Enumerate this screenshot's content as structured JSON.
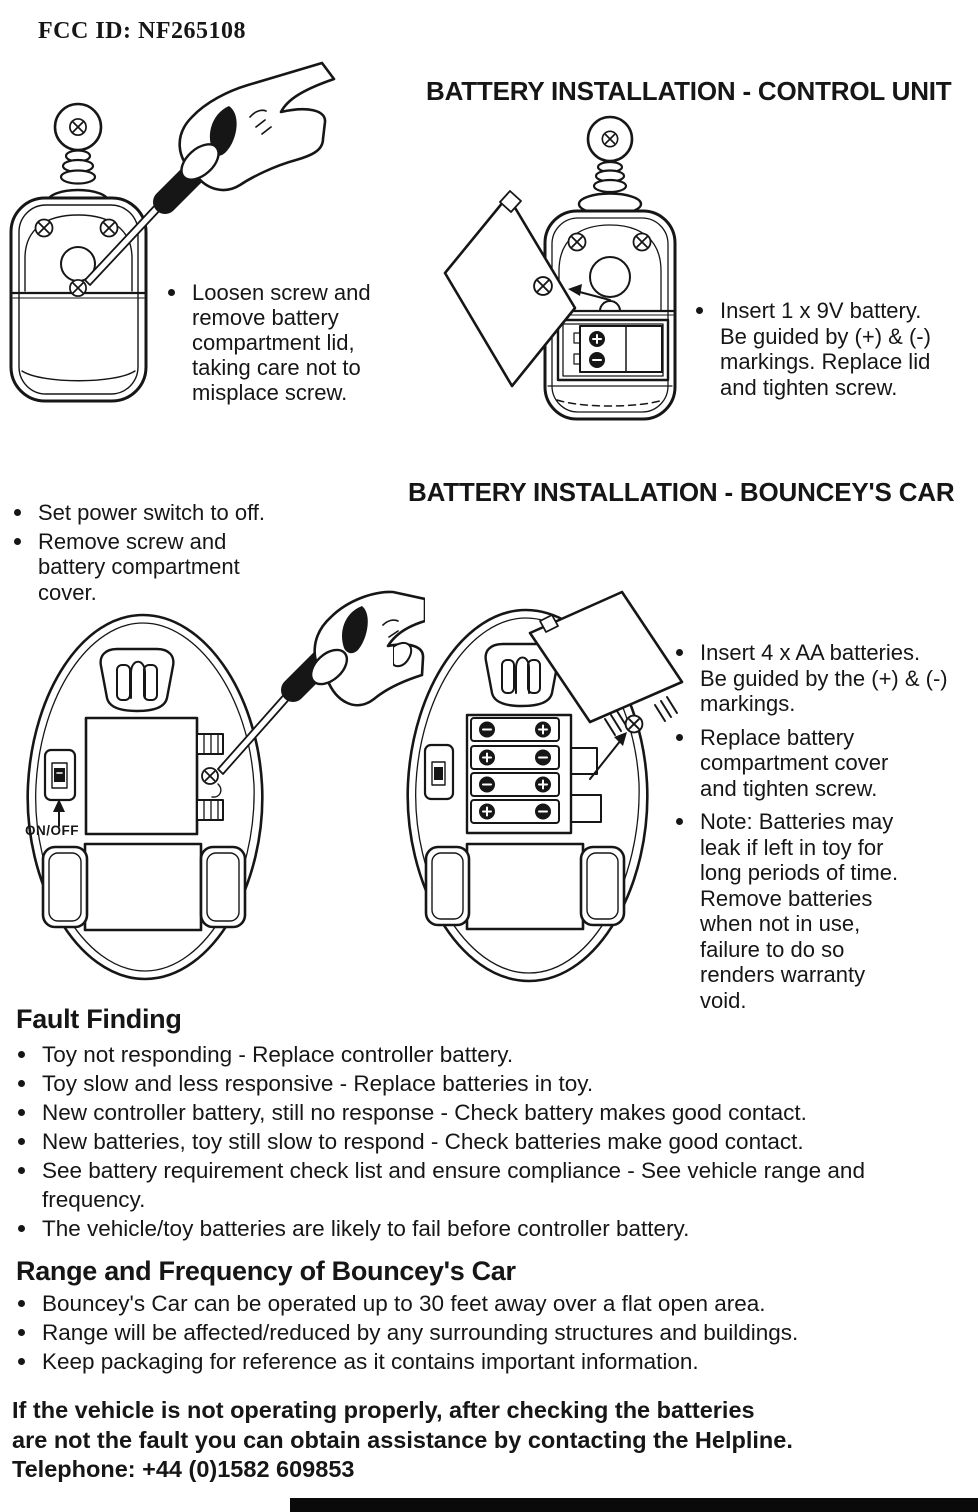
{
  "header": {
    "fcc_id": "FCC ID: NF265108"
  },
  "control_unit": {
    "title": "BATTERY INSTALLATION - CONTROL UNIT",
    "steps": [
      "Loosen screw and remove battery compartment lid, taking care not to misplace screw.",
      "Insert 1 x 9V battery. Be guided by (+) & (-) markings. Replace lid and tighten screw."
    ]
  },
  "bounceys_car": {
    "title": "BATTERY INSTALLATION - BOUNCEY'S CAR",
    "prep_steps": [
      "Set power switch to off.",
      "Remove screw and battery compartment cover."
    ],
    "install_steps": [
      "Insert 4 x AA batteries. Be guided by the (+) & (-) markings.",
      "Replace battery compartment cover and tighten screw.",
      "Note: Batteries may leak if left in toy for long periods of time. Remove batteries when not in use, failure to do so renders warranty void."
    ],
    "switch_label": "ON/OFF"
  },
  "fault_finding": {
    "heading": "Fault Finding",
    "items": [
      "Toy not responding - Replace controller battery.",
      "Toy slow and less responsive - Replace batteries in toy.",
      "New controller battery, still no response - Check battery makes good contact.",
      "New batteries, toy still slow to respond - Check batteries make good contact.",
      "See battery requirement check list and ensure compliance - See vehicle range and frequency.",
      "The vehicle/toy batteries are likely to fail before controller battery."
    ]
  },
  "range_frequency": {
    "heading": "Range and Frequency of Bouncey's Car",
    "items": [
      "Bouncey's Car can be operated up to 30 feet away over a flat open area.",
      "Range will be affected/reduced by any surrounding structures and buildings.",
      "Keep packaging for reference as it contains important information."
    ]
  },
  "helpline": {
    "line1": "If the vehicle is not operating properly, after checking the batteries",
    "line2": "are not the fault you can obtain assistance by contacting the Helpline.",
    "line3": "Telephone: +44 (0)1582 609853"
  },
  "colors": {
    "ink": "#161616",
    "paper": "#ffffff"
  }
}
